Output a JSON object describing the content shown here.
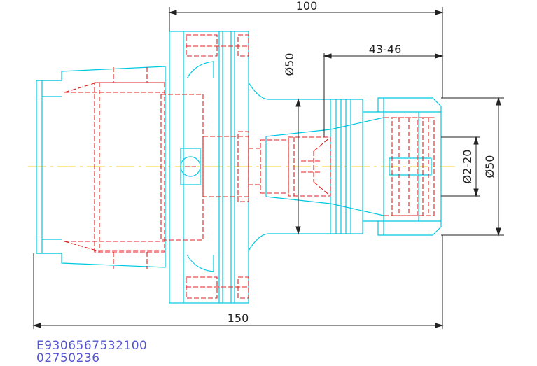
{
  "colors": {
    "body": "#00c8e0",
    "hidden": "#e02020",
    "dimension": "#222222",
    "centerline": "#f0d020",
    "code": "#5555cc"
  },
  "dimensions": {
    "top_length": "100",
    "collet_length": "43-46",
    "left_diameter": "Ø50",
    "right_diameter": "Ø50",
    "clamp_range": "Ø2-20",
    "total_length": "150"
  },
  "codes": {
    "line1": "E9306567532100",
    "line2": "02750236"
  }
}
